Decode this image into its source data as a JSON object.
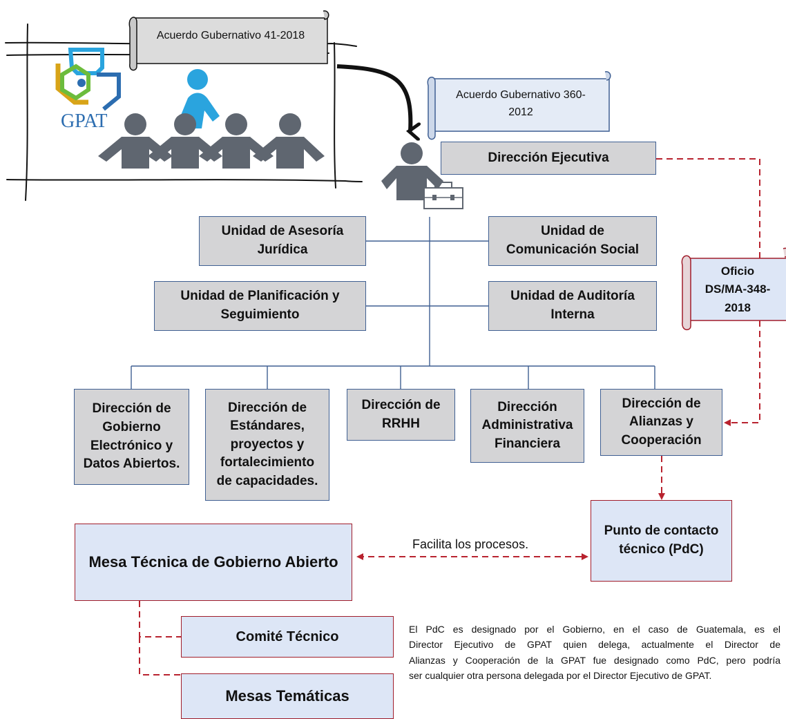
{
  "logo": {
    "text": "GPAT"
  },
  "scrolls": {
    "acuerdo_41": "Acuerdo Gubernativo 41-2018",
    "acuerdo_360": "Acuerdo Gubernativo 360-\n2012",
    "oficio": "Oficio\nDS/MA-348-\n2018"
  },
  "executive": "Dirección Ejecutiva",
  "units": {
    "asesoria": "Unidad de Asesoría\nJurídica",
    "comunicacion": "Unidad de\nComunicación Social",
    "planificacion": "Unidad de Planificación y\nSeguimiento",
    "auditoria": "Unidad de Auditoría\nInterna"
  },
  "directions": {
    "gobierno": "Dirección de\nGobierno\nElectrónico y\nDatos Abiertos.",
    "estandares": "Dirección de\nEstándares,\nproyectos y\nfortalecimiento\nde capacidades.",
    "rrhh": "Dirección de\nRRHH",
    "administrativa": "Dirección\nAdministrativa\nFinanciera",
    "alianzas": "Dirección de\nAlianzas y\nCooperación"
  },
  "pdc": "Punto de contacto\ntécnico (PdC)",
  "mesa": "Mesa Técnica de Gobierno Abierto",
  "facilita": "Facilita los procesos.",
  "comite": "Comité Técnico",
  "tematicas": "Mesas Temáticas",
  "note": [
    "El PdC es designado por el Gobierno, en el caso de Guatemala, es el",
    "Director Ejecutivo de GPAT quien delega, actualmente el Director de",
    "Alianzas y Cooperación de la GPAT fue designado como PdC, pero podría",
    "ser cualquier otra persona delegada por el Director Ejecutivo de GPAT."
  ],
  "colors": {
    "box_grey": "#d4d4d6",
    "box_blue": "#dde6f6",
    "border_blue": "#3f5f92",
    "border_red": "#a01c2a",
    "people_grey": "#5f6670",
    "people_blue": "#2aa4de"
  }
}
